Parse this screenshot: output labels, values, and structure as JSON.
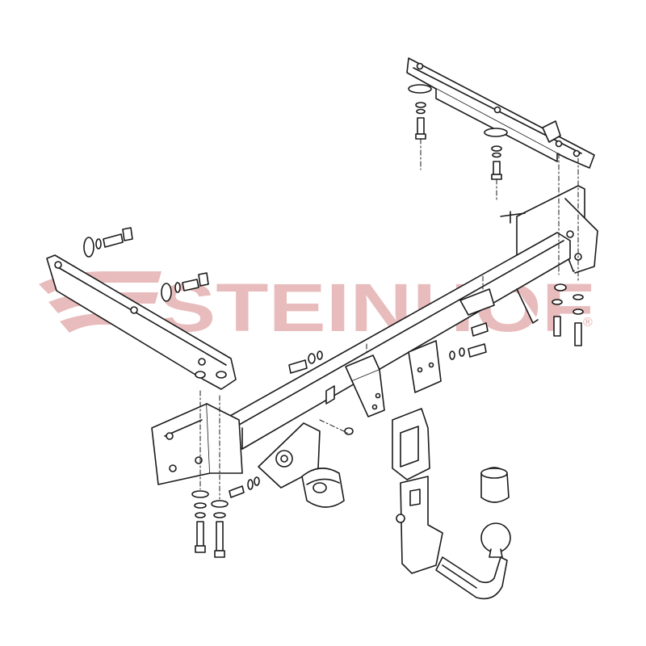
{
  "watermark": {
    "brand": "STEINHOF",
    "mark": "®",
    "color": "#e8bcbc"
  },
  "colors": {
    "line": "#1a1a1a",
    "fill": "#ffffff",
    "shade": "#d8d8d8"
  },
  "parts": [
    "front-crossbar",
    "left-bracket",
    "right-bracket",
    "main-beam",
    "left-side-plate",
    "right-side-plate",
    "center-clamp-left",
    "center-clamp-right",
    "socket-plate",
    "electrical-socket",
    "ball-neck-receiver",
    "detachable-ball-neck",
    "tow-ball-cap",
    "bolt-sets",
    "washer-sets",
    "nut-sets"
  ]
}
